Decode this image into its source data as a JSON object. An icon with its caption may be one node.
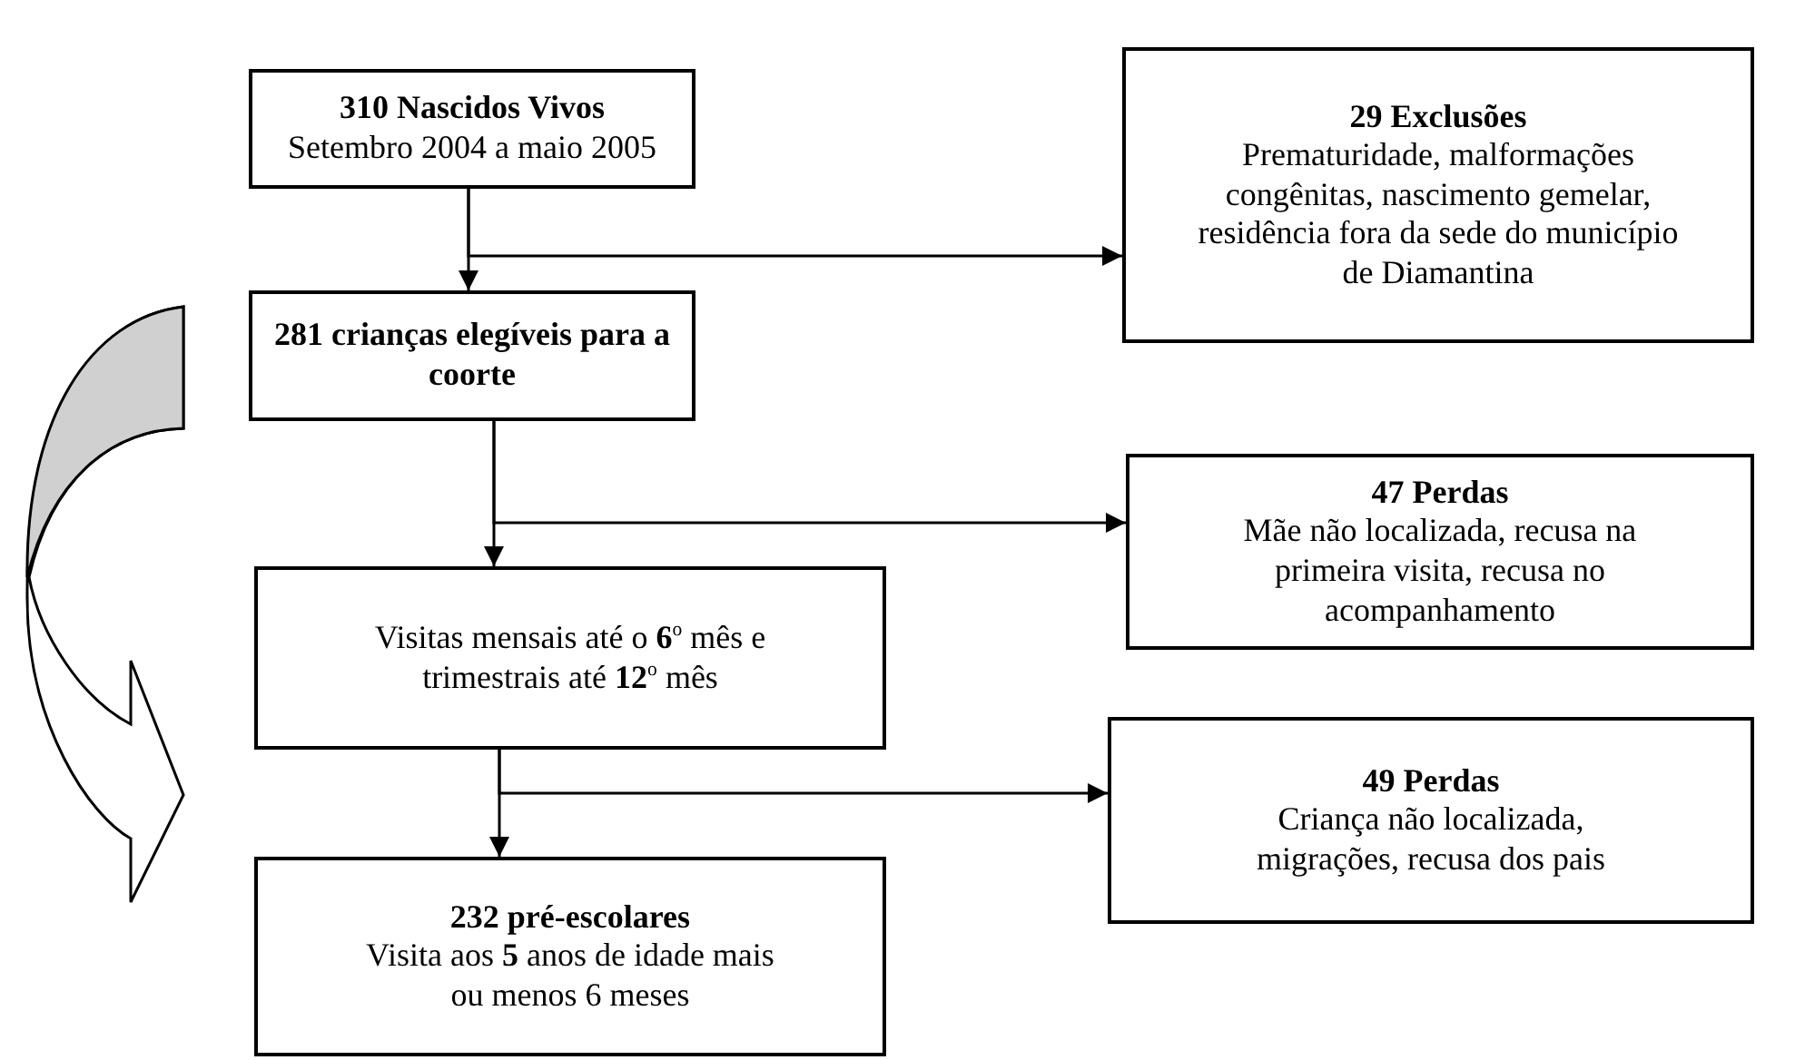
{
  "diagram": {
    "nodes": [
      {
        "text": [
          "310 Nascidos Vivos",
          "Setembro 2004 a maio 2005"
        ]
      },
      {
        "text": [
          "29 Exclusões",
          "Prematuridade, malformações congênitas, nascimento gemelar, residência fora da sede do município de Diamantina"
        ]
      },
      {
        "text": [
          "281 crianças elegíveis para a coorte"
        ]
      },
      {
        "text": [
          "47 Perdas",
          "Mãe não localizada, recusa na primeira visita, recusa no acompanhamento"
        ]
      },
      {
        "text": [
          "Visitas mensais até o **6**$^{o}$ mês e trimestrais até **12**$^{o}$ mês"
        ]
      },
      {
        "text": [
          "49 Perdas",
          "Criança não localizada, migrações, recusa dos pais"
        ]
      },
      {
        "text": [
          "232 pré-escolares",
          "Visita aos **5** anos de idade mais ou menos 6 meses"
        ]
      }
    ],
    "edges": [
      {
        "from": 0,
        "to": 2,
        "arrow": "to"
      },
      {
        "from": 0,
        "to": 1,
        "arrow": "to"
      },
      {
        "from": 2,
        "to": 4,
        "arrow": "to"
      },
      {
        "from": 2,
        "to": 3,
        "arrow": "to"
      },
      {
        "from": 4,
        "to": 6,
        "arrow": "to"
      },
      {
        "from": 4,
        "to": 5,
        "arrow": "to"
      }
    ]
  }
}
